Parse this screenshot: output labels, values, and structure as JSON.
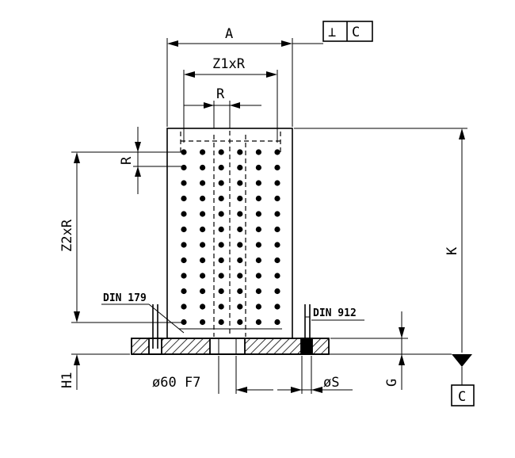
{
  "labels": {
    "a": "A",
    "z1xr": "Z1xR",
    "r_top": "R",
    "r_side": "R",
    "z2xr": "Z2xR",
    "k": "K",
    "h1": "H1",
    "g": "G",
    "din179": "DIN 179",
    "din912": "DIN 912",
    "bore": "ø60 F7",
    "s": "øS",
    "datum": "C",
    "perp_symbol": "⊥",
    "perp_datum": "C"
  },
  "hole_grid": {
    "columns": 6,
    "rows": 12
  }
}
